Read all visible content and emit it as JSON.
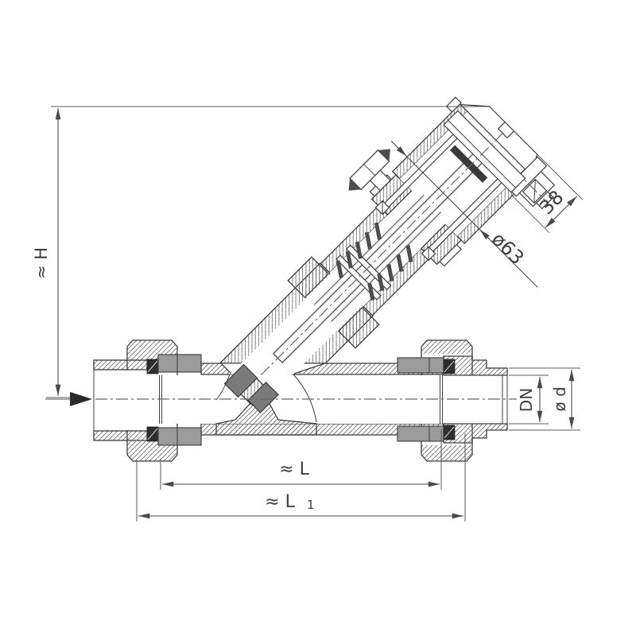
{
  "drawing": {
    "kind": "valve-cross-section",
    "dims": {
      "h": "≈ H",
      "w38": "38",
      "d63": "ø63",
      "dn": "DN",
      "dd": "ø d",
      "l": "≈ L",
      "l1": "≈ L",
      "l1_sub": "1"
    },
    "colors": {
      "background": "#ffffff",
      "line": "#3c3c3c",
      "hatch": "#6a6a6a",
      "dimension": "#4a4a4a",
      "centerline": "#666666",
      "collar_grey": "#9b9b9b",
      "seal_black": "#2e2e2e",
      "plug_grey": "#7a7a7a"
    }
  }
}
